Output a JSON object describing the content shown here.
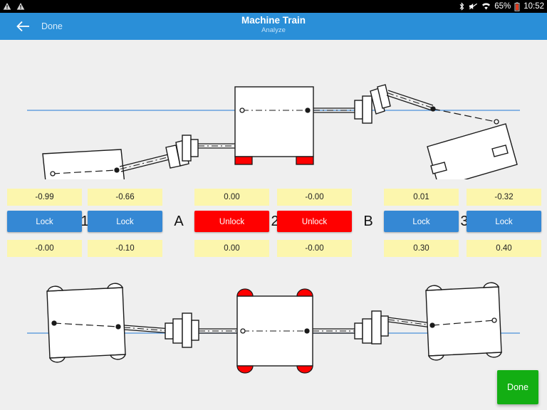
{
  "statusbar": {
    "left_icons": [
      "warning-triangle-icon",
      "warning-triangle-icon"
    ],
    "right_icons": [
      "bluetooth-icon",
      "mute-icon",
      "wifi-icon"
    ],
    "battery_percent": "65%",
    "battery_icon": "battery-low-icon",
    "clock": "10:52"
  },
  "actionbar": {
    "back_icon": "back-arrow-icon",
    "up_label": "Done",
    "title": "Machine Train",
    "subtitle": "Analyze",
    "bg_color": "#2a8fd8"
  },
  "controls": {
    "groups": [
      {
        "top_value": "-0.99",
        "button_label": "Lock",
        "state": "locked",
        "bottom_value": "-0.00"
      },
      {
        "top_value": "-0.66",
        "button_label": "Lock",
        "state": "locked",
        "bottom_value": "-0.10"
      },
      {
        "top_value": "0.00",
        "button_label": "Unlock",
        "state": "unlocked",
        "bottom_value": "0.00"
      },
      {
        "top_value": "-0.00",
        "button_label": "Unlock",
        "state": "unlocked",
        "bottom_value": "-0.00"
      },
      {
        "top_value": "0.01",
        "button_label": "Lock",
        "state": "locked",
        "bottom_value": "0.30"
      },
      {
        "top_value": "-0.32",
        "button_label": "Lock",
        "state": "locked",
        "bottom_value": "0.40"
      }
    ],
    "separators": [
      "1",
      "A",
      "2",
      "B",
      "3"
    ],
    "locked_color": "#3588d4",
    "unlocked_color": "#ff0000",
    "value_bg_color": "#fcf6ad"
  },
  "footer": {
    "done_label": "Done",
    "done_color": "#13ae13"
  },
  "diagrams": {
    "top_view_label": "vertical-alignment-view",
    "bottom_view_label": "horizontal-alignment-view",
    "reference_line_color": "#4a90d9",
    "machines_top": [
      {
        "name": "machine-1",
        "feet_color": "#ffffff"
      },
      {
        "name": "machine-2",
        "feet_color": "#ff0000"
      },
      {
        "name": "machine-3",
        "feet_color": "#ffffff"
      }
    ],
    "machines_bottom": [
      {
        "name": "machine-1",
        "feet_color": "#ffffff"
      },
      {
        "name": "machine-2",
        "feet_color": "#ff0000"
      },
      {
        "name": "machine-3",
        "feet_color": "#ffffff"
      }
    ]
  }
}
